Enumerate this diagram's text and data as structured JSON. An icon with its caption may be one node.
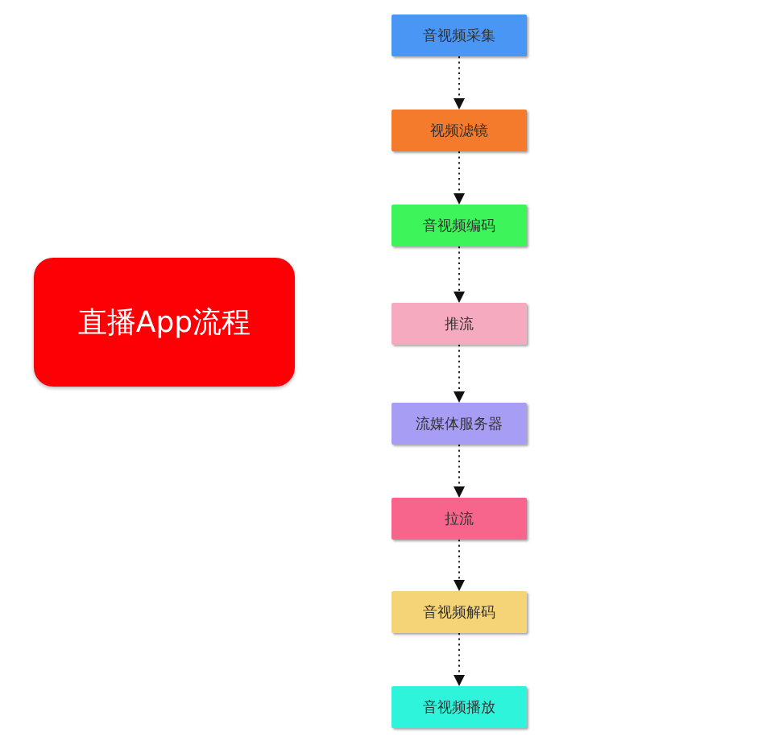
{
  "diagram": {
    "nodes": [
      {
        "text": [
          "直播App流程"
        ]
      },
      {
        "text": [
          "音视频采集"
        ]
      },
      {
        "text": [
          "视频滤镜"
        ]
      },
      {
        "text": [
          "音视频编码"
        ]
      },
      {
        "text": [
          "推流"
        ]
      },
      {
        "text": [
          "流媒体服务器"
        ]
      },
      {
        "text": [
          "拉流"
        ]
      },
      {
        "text": [
          "音视频解码"
        ]
      },
      {
        "text": [
          "音视频播放"
        ]
      }
    ],
    "edges": [
      {
        "from": 1,
        "to": 2,
        "arrow": "to",
        "style": "dashed"
      },
      {
        "from": 2,
        "to": 3,
        "arrow": "to",
        "style": "dashed"
      },
      {
        "from": 3,
        "to": 4,
        "arrow": "to",
        "style": "dashed"
      },
      {
        "from": 4,
        "to": 5,
        "arrow": "to",
        "style": "dashed"
      },
      {
        "from": 5,
        "to": 6,
        "arrow": "to",
        "style": "dashed"
      },
      {
        "from": 6,
        "to": 7,
        "arrow": "to",
        "style": "dashed"
      },
      {
        "from": 7,
        "to": 8,
        "arrow": "to",
        "style": "dashed"
      }
    ]
  }
}
